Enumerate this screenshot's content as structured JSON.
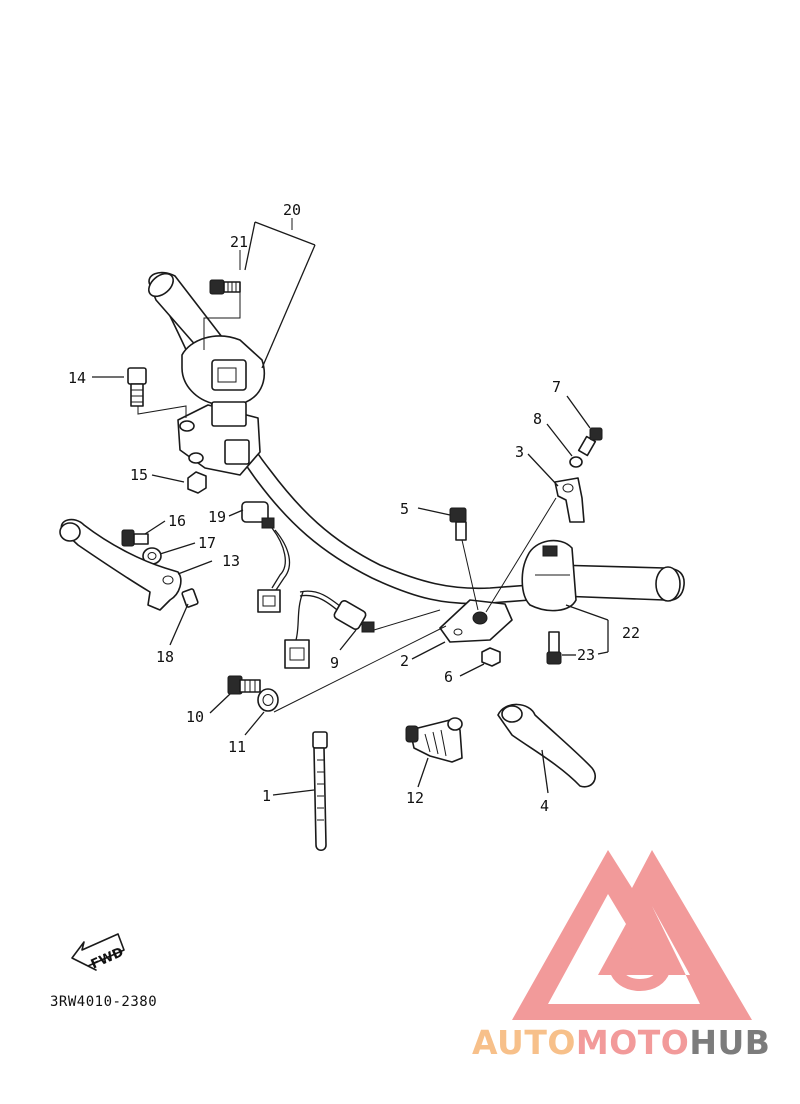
{
  "diagram_code": "3RW4010-2380",
  "fwd_label": "FWD",
  "callouts": {
    "n1": "1",
    "n2": "2",
    "n3": "3",
    "n4": "4",
    "n5": "5",
    "n6": "6",
    "n7": "7",
    "n8": "8",
    "n9": "9",
    "n10": "10",
    "n11": "11",
    "n12": "12",
    "n13": "13",
    "n14": "14",
    "n15": "15",
    "n16": "16",
    "n17": "17",
    "n18": "18",
    "n19": "19",
    "n20": "20",
    "n21": "21",
    "n22": "22",
    "n23": "23"
  },
  "watermark": {
    "part1": "AUTO",
    "part2": "MOTO",
    "part3": "HUB",
    "colors": {
      "orange": "#f7c08a",
      "red": "#f29a9a",
      "gray": "#7c7c7c"
    }
  }
}
